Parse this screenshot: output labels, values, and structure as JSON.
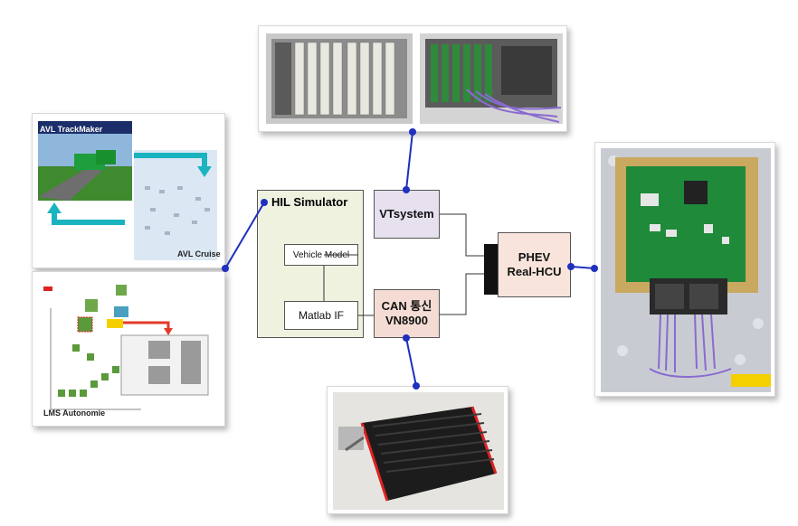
{
  "blocks": {
    "hil_simulator": "HIL Simulator",
    "vehicle_model": "Vehicle Model",
    "matlab_if": "Matlab IF",
    "vtsystem": "VTsystem",
    "can_line1": "CAN 통신",
    "can_line2": "VN8900",
    "phev_line1": "PHEV",
    "phev_line2": "Real-HCU"
  },
  "screenshots": {
    "avl_trackmaker": "AVL TrackMaker",
    "avl_cruise": "AVL Cruise",
    "lms_autonomie": "LMS Autonomie"
  },
  "colors": {
    "connector_blue": "#1f2fbf",
    "hil_fill": "#eef2df",
    "vtsystem_fill": "#e6e0ef",
    "can_fill": "#f4dcd4",
    "phev_fill": "#f9e4dc",
    "pcb_green": "#1f8a3a",
    "arrow_teal": "#1ab4c0",
    "arrow_red": "#e23a2a"
  }
}
